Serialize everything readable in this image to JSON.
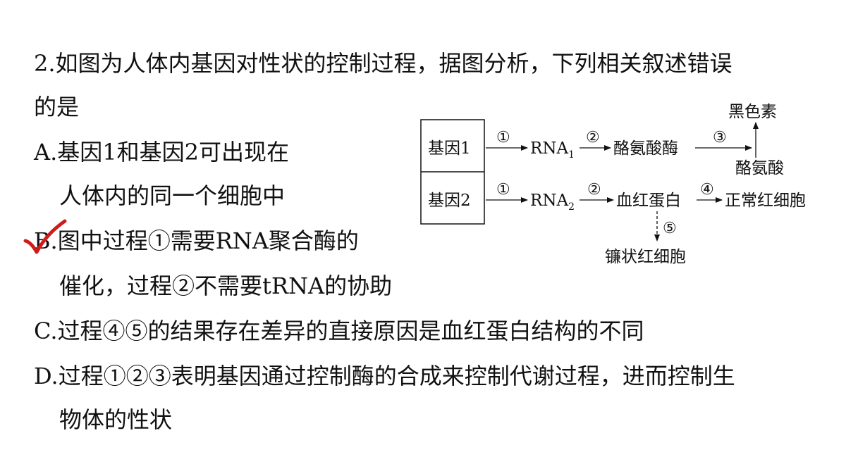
{
  "question": {
    "stem_line1": "2.如图为人体内基因对性状的控制过程，据图分析，下列相关叙述错误",
    "stem_line2": "的是",
    "options": {
      "a_line1": "A.基因1和基因2可出现在",
      "a_line2": "人体内的同一个细胞中",
      "b_prefix": "B.",
      "b_line1": "图中过程①需要RNA聚合酶的",
      "b_line2": "催化，过程②不需要tRNA的协助",
      "c_line1": "C.过程④⑤的结果存在差异的直接原因是血红蛋白结构的不同",
      "d_line1": "D.过程①②③表明基因通过控制酶的合成来控制代谢过程，进而控制生",
      "d_line2": "物体的性状"
    }
  },
  "diagram": {
    "gene1": "基因1",
    "gene2": "基因2",
    "step1": "①",
    "step2": "②",
    "step3": "③",
    "step4": "④",
    "step5": "⑤",
    "rna": "RNA",
    "rna1_sub": "1",
    "rna2_sub": "2",
    "tyrosinase": "酪氨酸酶",
    "tyrosine": "酪氨酸",
    "melanin": "黑色素",
    "hemoglobin": "血红蛋白",
    "normal_rbc": "正常红细胞",
    "sickle_rbc": "镰状红细胞"
  },
  "marks": {
    "check_color": "#d11a1a"
  }
}
